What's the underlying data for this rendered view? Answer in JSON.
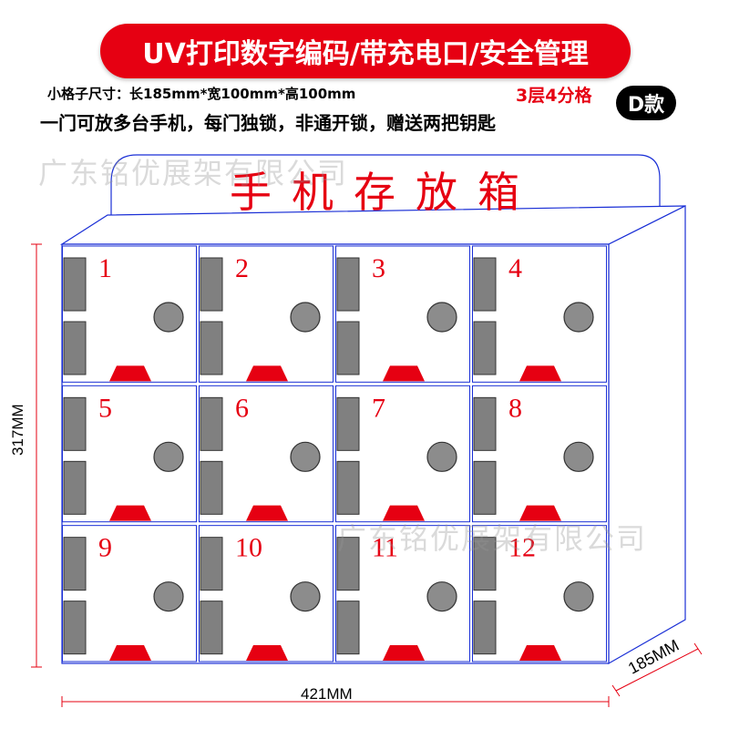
{
  "banner": {
    "text": "UV打印数字编码/带充电口/安全管理"
  },
  "spec": {
    "size_text": "小格子尺寸：长185mm*宽100mm*高100mm",
    "features_text": "一门可放多台手机，每门独锁，非通开锁，赠送两把钥匙",
    "layers_text": "3层4分格",
    "model_text": "D款"
  },
  "cabinet": {
    "title": "手机存放箱",
    "lockers": [
      "1",
      "2",
      "3",
      "4",
      "5",
      "6",
      "7",
      "8",
      "9",
      "10",
      "11",
      "12"
    ],
    "rows": 3,
    "columns": 4
  },
  "dimensions": {
    "width": "421MM",
    "height": "317MM",
    "depth": "185MM"
  },
  "watermark": "广东铭优展架有限公司",
  "colors": {
    "accent": "#e60012",
    "outline": "#1a2fd6",
    "dimension_line": "#e60012",
    "slot": "#808080",
    "knob": "#8c8c8c"
  }
}
